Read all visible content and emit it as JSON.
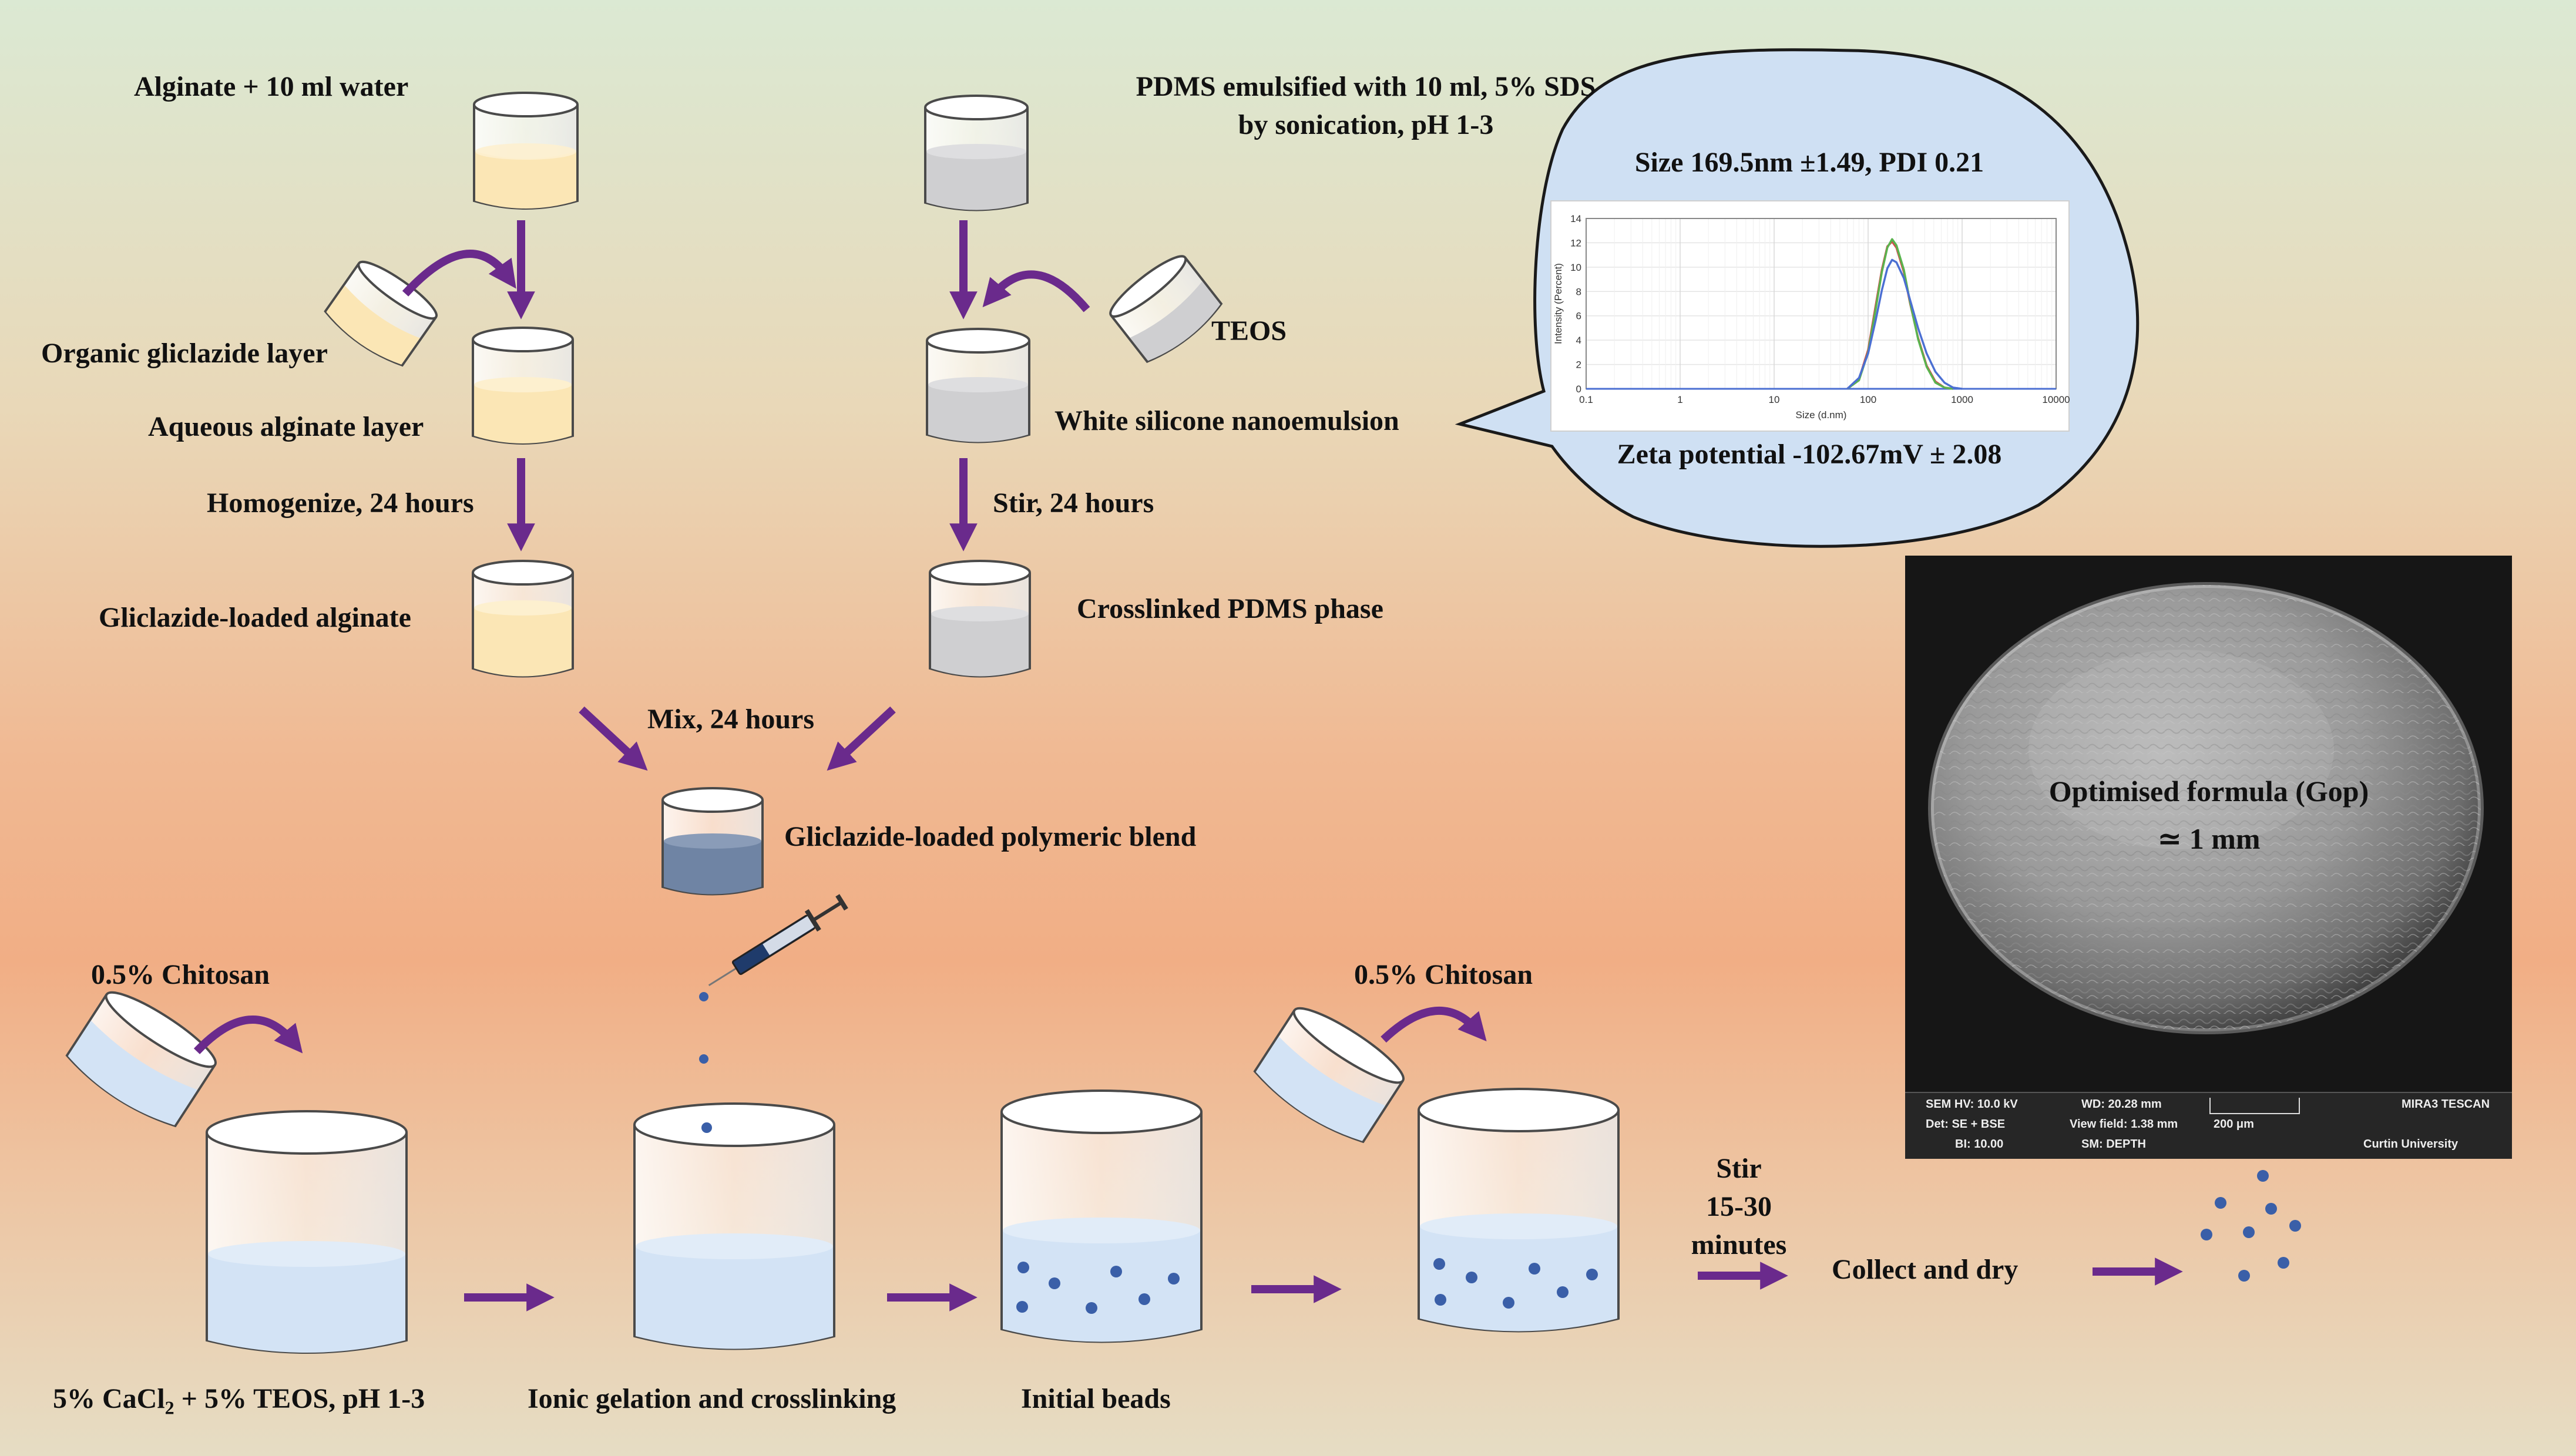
{
  "steps": {
    "alginate_water": "Alginate + 10 ml water",
    "organic_layer": "Organic gliclazide layer",
    "aqueous_layer": "Aqueous alginate layer",
    "homogenize": "Homogenize, 24 hours",
    "gliclazide_alginate": "Gliclazide-loaded alginate",
    "pdms_line1": "PDMS emulsified with 10 ml, 5% SDS",
    "pdms_line2": "by sonication, pH 1-3",
    "teos": "TEOS",
    "white_nanoemulsion": "White silicone nanoemulsion",
    "stir_24": "Stir, 24 hours",
    "crosslinked_pdms": "Crosslinked PDMS phase",
    "mix_24": "Mix, 24 hours",
    "polymeric_blend": "Gliclazide-loaded polymeric blend",
    "chitosan_1": "0.5% Chitosan",
    "chitosan_2": "0.5% Chitosan",
    "cacl2_prefix": "5% CaCl",
    "cacl2_sub": "2",
    "cacl2_suffix": " + 5% TEOS, pH 1-3",
    "ionic_gelation": "Ionic gelation and crosslinking",
    "initial_beads": "Initial beads",
    "stir_line1": "Stir",
    "stir_line2": "15-30",
    "stir_line3": "minutes",
    "collect_dry": "Collect and dry"
  },
  "callout": {
    "size": "Size 169.5nm ±1.49, PDI 0.21",
    "zeta": "Zeta potential -102.67mV ± 2.08"
  },
  "chart_data": {
    "type": "line",
    "xlabel": "Size (d.nm)",
    "ylabel": "Intensity (Percent)",
    "xscale": "log",
    "xlim": [
      0.1,
      10000
    ],
    "ylim": [
      0,
      14
    ],
    "xticks": [
      "0.1",
      "1",
      "10",
      "100",
      "1000",
      "10000"
    ],
    "yticks": [
      "0",
      "2",
      "4",
      "6",
      "8",
      "10",
      "12",
      "14"
    ],
    "grid": true,
    "series": [
      {
        "color": "#d24b4b",
        "x": [
          60,
          80,
          100,
          120,
          140,
          160,
          180,
          200,
          240,
          280,
          340,
          420,
          520,
          650,
          800
        ],
        "y": [
          0,
          0.8,
          3.2,
          6.8,
          9.8,
          11.7,
          12.1,
          11.6,
          9.6,
          7.0,
          4.2,
          1.9,
          0.6,
          0.1,
          0
        ]
      },
      {
        "color": "#5ab34e",
        "x": [
          60,
          80,
          100,
          120,
          140,
          160,
          180,
          200,
          240,
          280,
          340,
          420,
          520,
          650,
          800
        ],
        "y": [
          0,
          0.7,
          3.0,
          6.5,
          9.6,
          11.6,
          12.3,
          11.8,
          9.8,
          7.1,
          4.1,
          1.8,
          0.5,
          0.1,
          0
        ]
      },
      {
        "color": "#4b6fd2",
        "x": [
          60,
          80,
          100,
          120,
          140,
          160,
          180,
          200,
          240,
          280,
          340,
          420,
          520,
          650,
          800,
          1000
        ],
        "y": [
          0,
          0.9,
          2.9,
          5.6,
          8.1,
          9.9,
          10.6,
          10.4,
          9.1,
          7.3,
          5.0,
          2.9,
          1.4,
          0.5,
          0.1,
          0
        ]
      }
    ]
  },
  "sem": {
    "caption_1": "Optimised formula (Gop)",
    "caption_2": "≃ 1 mm",
    "hv": "SEM HV: 10.0 kV",
    "wd": "WD: 20.28 mm",
    "det": "Det: SE + BSE",
    "view_field": "View field: 1.38 mm",
    "scale": "200 μm",
    "bi": "BI: 10.00",
    "sm": "SM: DEPTH",
    "brand": "MIRA3 TESCAN",
    "institution": "Curtin University"
  },
  "colors": {
    "arrow": "#6a2a8c",
    "beaker_stroke": "#4a4a4a",
    "alginate": "#fbe6b5",
    "pdms": "#cfcfd1",
    "blend": "#6f84a4",
    "solution": "#d3e3f5",
    "bead": "#3a5fa8",
    "callout_fill": "#cfe0f3"
  }
}
